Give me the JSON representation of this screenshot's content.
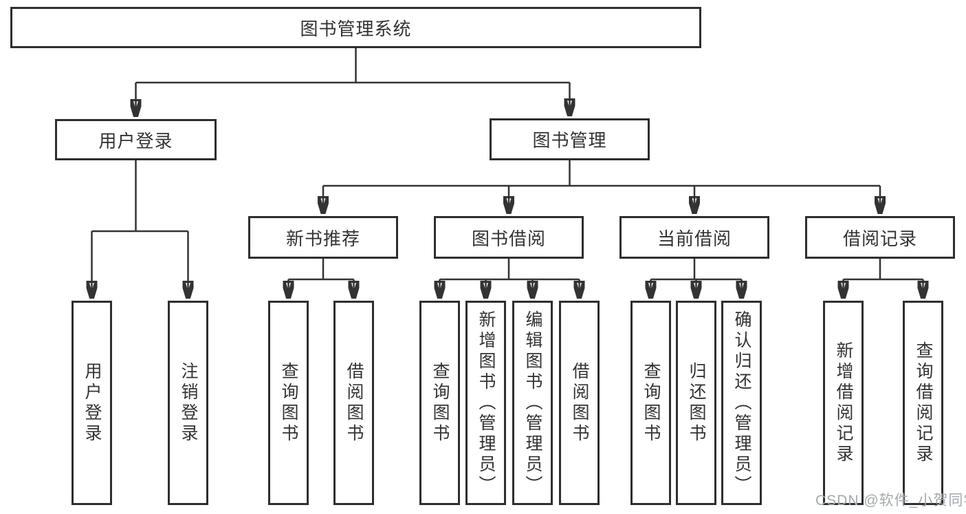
{
  "tree": {
    "label": "图书管理系统",
    "children": [
      {
        "label": "用户登录",
        "children": [
          {
            "label": "用户登录"
          },
          {
            "label": "注销登录"
          }
        ]
      },
      {
        "label": "图书管理",
        "children": [
          {
            "label": "新书推荐",
            "children": [
              {
                "label": "查询图书"
              },
              {
                "label": "借阅图书"
              }
            ]
          },
          {
            "label": "图书借阅",
            "children": [
              {
                "label": "查询图书"
              },
              {
                "label": "新增图书（管理员）"
              },
              {
                "label": "编辑图书（管理员）"
              },
              {
                "label": "借阅图书"
              }
            ]
          },
          {
            "label": "当前借阅",
            "children": [
              {
                "label": "查询图书"
              },
              {
                "label": "归还图书"
              },
              {
                "label": "确认归还（管理员）"
              }
            ]
          },
          {
            "label": "借阅记录",
            "children": [
              {
                "label": "新增借阅记录"
              },
              {
                "label": "查询借阅记录"
              }
            ]
          }
        ]
      }
    ]
  },
  "watermark": {
    "text": "CSDN @软件_小贺同学"
  },
  "colors": {
    "line": "#333333",
    "border": "#2e2e2e",
    "watermark": "#a3a9b1"
  }
}
